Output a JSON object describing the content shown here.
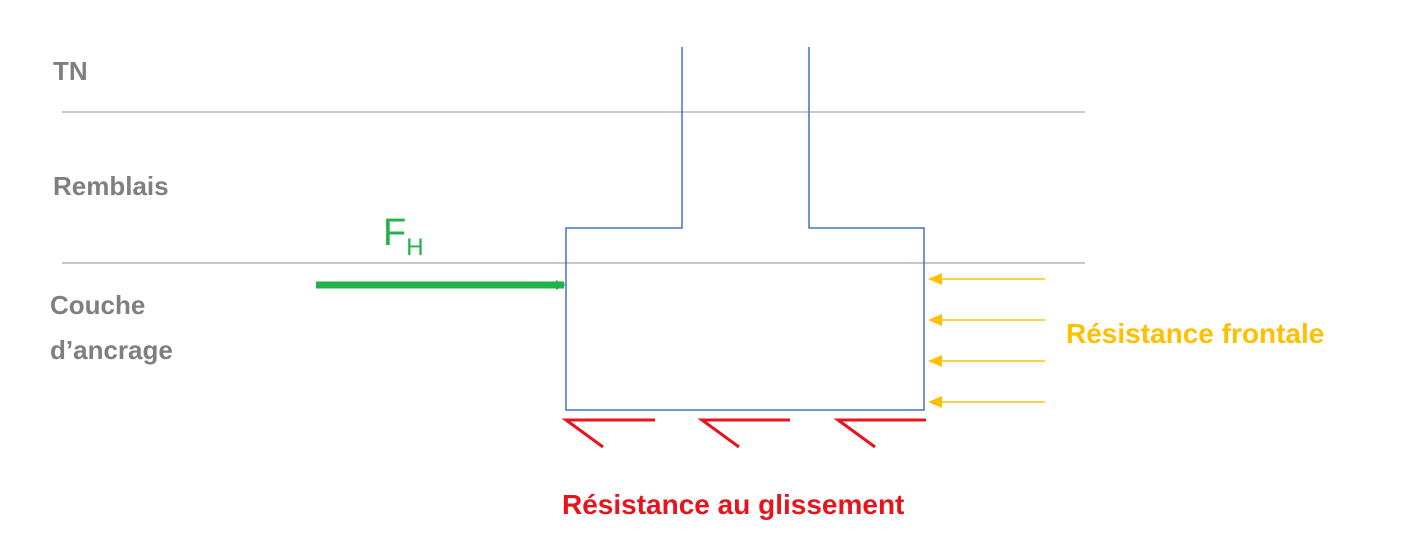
{
  "layers": {
    "tn": "TN",
    "remblais": "Remblais",
    "couche_line1": "Couche",
    "couche_line2": "d’ancrage"
  },
  "force": {
    "main": "F",
    "subscript": "H",
    "color": "#22b14c"
  },
  "frontal_resistance": {
    "label": "Résistance frontale",
    "color": "#ffc000",
    "arrow_count": 4
  },
  "sliding_resistance": {
    "label": "Résistance au glissement",
    "color": "#e8141c",
    "symbol_count": 3
  },
  "colors": {
    "ground_line": "#a6a6a6",
    "foundation_outline": "#4472c4",
    "layer_text": "#7f7f7f"
  }
}
